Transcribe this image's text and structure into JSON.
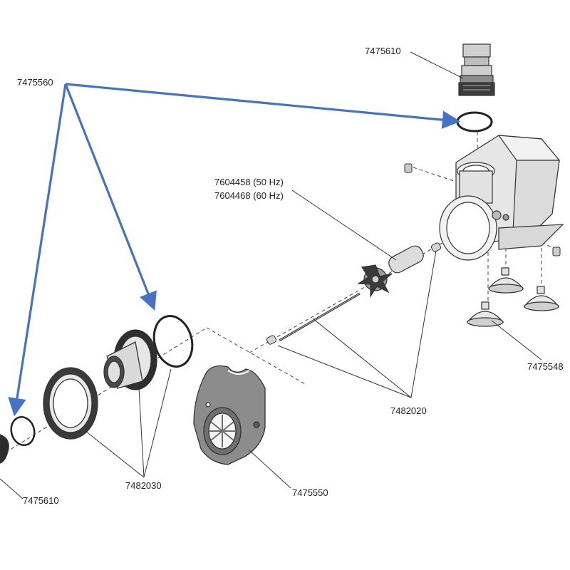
{
  "colors": {
    "background": "#ffffff",
    "line": "#333333",
    "part_fill": "#e6e6e6",
    "part_dark": "#8c8c8c",
    "arrow": "#4472c4"
  },
  "labels": {
    "oring_set": "7475560",
    "hose_adapter_top": "7475610",
    "impeller_50hz": "7604458 (50 Hz)",
    "impeller_60hz": "7604468 (60 Hz)",
    "suction_cups": "7475548",
    "axle_bearings": "7482020",
    "intake_parts": "7482030",
    "front_cover": "7475550",
    "hose_adapter_bottom": "7475610"
  }
}
